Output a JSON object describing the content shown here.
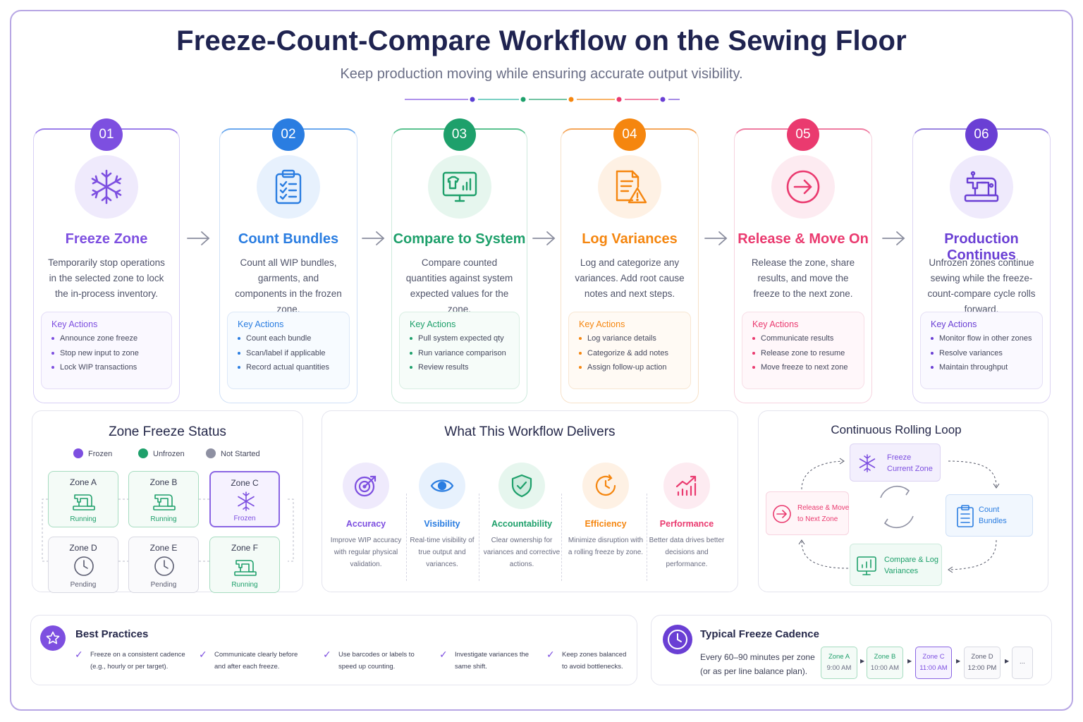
{
  "header": {
    "title": "Freeze-Count-Compare Workflow on the Sewing Floor",
    "subtitle": "Keep production moving while ensuring accurate output visibility."
  },
  "colors": {
    "purple": "#7d4fe0",
    "blue": "#2a7de1",
    "green": "#1ea06b",
    "orange": "#f5860f",
    "pink": "#ea3a6f",
    "violet": "#6a3fd4"
  },
  "steps": [
    {
      "number": "01",
      "icon": "snowflake-icon",
      "title": "Freeze Zone",
      "desc": "Temporarily stop operations in the selected zone to lock the in-process inventory.",
      "key_actions_label": "Key Actions",
      "actions": [
        "Announce zone freeze",
        "Stop new input to zone",
        "Lock WIP transactions"
      ]
    },
    {
      "number": "02",
      "icon": "clipboard-checklist-icon",
      "title": "Count Bundles",
      "desc": "Count all WIP bundles, garments, and components in the frozen zone.",
      "key_actions_label": "Key Actions",
      "actions": [
        "Count each bundle",
        "Scan/label if applicable",
        "Record actual quantities"
      ]
    },
    {
      "number": "03",
      "icon": "monitor-chart-icon",
      "title": "Compare to System",
      "desc": "Compare counted quantities against system expected values for the zone.",
      "key_actions_label": "Key Actions",
      "actions": [
        "Pull system expected qty",
        "Run variance comparison",
        "Review results"
      ]
    },
    {
      "number": "04",
      "icon": "document-warning-icon",
      "title": "Log Variances",
      "desc": "Log and categorize any variances. Add root cause notes and next steps.",
      "key_actions_label": "Key Actions",
      "actions": [
        "Log variance details",
        "Categorize & add notes",
        "Assign follow-up action"
      ]
    },
    {
      "number": "05",
      "icon": "arrow-circle-icon",
      "title": "Release & Move On",
      "desc": "Release the zone, share results, and move the freeze to the next zone.",
      "key_actions_label": "Key Actions",
      "actions": [
        "Communicate results",
        "Release zone to resume",
        "Move freeze to next zone"
      ]
    },
    {
      "number": "06",
      "icon": "sewing-machine-icon",
      "title": "Production Continues",
      "desc": "Unfrozen zones continue sewing while the freeze-count-compare cycle rolls forward.",
      "key_actions_label": "Key Actions",
      "actions": [
        "Monitor flow in other zones",
        "Resolve variances",
        "Maintain throughput"
      ]
    }
  ],
  "zone_status": {
    "title": "Zone Freeze Status",
    "legend": [
      "Frozen",
      "Unfrozen",
      "Not Started"
    ],
    "zones": [
      {
        "name": "Zone A",
        "status": "Running"
      },
      {
        "name": "Zone B",
        "status": "Running"
      },
      {
        "name": "Zone C",
        "status": "Frozen"
      },
      {
        "name": "Zone D",
        "status": "Pending"
      },
      {
        "name": "Zone E",
        "status": "Pending"
      },
      {
        "name": "Zone F",
        "status": "Running"
      }
    ]
  },
  "deliverables": {
    "title": "What This Workflow Delivers",
    "items": [
      {
        "title": "Accuracy",
        "desc": "Improve WIP accuracy with regular physical validation."
      },
      {
        "title": "Visibility",
        "desc": "Real-time visibility of true output and variances."
      },
      {
        "title": "Accountability",
        "desc": "Clear ownership for variances and corrective actions."
      },
      {
        "title": "Efficiency",
        "desc": "Minimize disruption with a rolling freeze by zone."
      },
      {
        "title": "Performance",
        "desc": "Better data drives better decisions and performance."
      }
    ]
  },
  "loop": {
    "title": "Continuous Rolling Loop",
    "freeze": "Freeze Current Zone",
    "count": "Count Bundles",
    "compare": "Compare & Log Variances",
    "release": "Release & Move to Next Zone"
  },
  "best_practices": {
    "title": "Best Practices",
    "items": [
      "Freeze on a consistent cadence (e.g., hourly or per target).",
      "Communicate clearly before and after each freeze.",
      "Use barcodes or labels to speed up counting.",
      "Investigate variances the same shift.",
      "Keep zones balanced to avoid bottlenecks."
    ]
  },
  "cadence": {
    "title": "Typical Freeze Cadence",
    "desc": "Every 60–90 minutes per zone (or as per line balance plan).",
    "tiles": [
      {
        "zone": "Zone A",
        "time": "9:00 AM"
      },
      {
        "zone": "Zone B",
        "time": "10:00 AM"
      },
      {
        "zone": "Zone C",
        "time": "11:00 AM"
      },
      {
        "zone": "Zone D",
        "time": "12:00 PM"
      }
    ],
    "more": "..."
  }
}
